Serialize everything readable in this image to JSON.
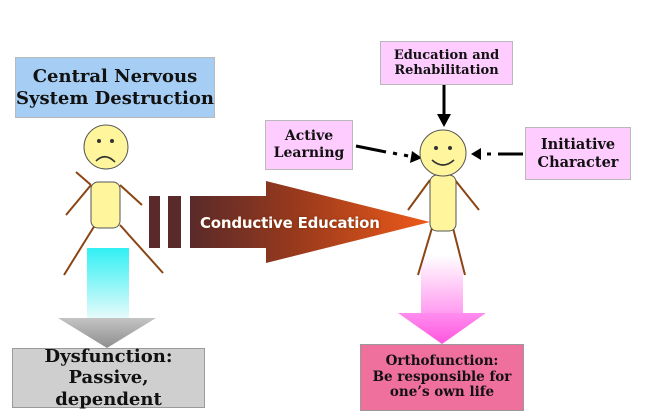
{
  "labels": {
    "cns": [
      "Central Nervous",
      "System Destruction"
    ],
    "education": [
      "Education and",
      "Rehabilitation"
    ],
    "active": [
      "Active",
      "Learning"
    ],
    "initiative": [
      "Initiative",
      "Character"
    ],
    "conductive": "Conductive Education",
    "dysfunction": [
      "Dysfunction:",
      "Passive, dependent"
    ],
    "orthofunction": [
      "Orthofunction:",
      "Be responsible for",
      "one’s own life"
    ]
  },
  "colors": {
    "blue_box": "#a6cdf3",
    "pink_box": "#ffccff",
    "gray_box": "#cfcfcf",
    "red_box": "#ef6f9d",
    "figure_fill": "#fff59d",
    "limb": "#8b4513",
    "arrow_dark": "#5a2a2a",
    "arrow_orange": "#e8521f"
  },
  "icons": [
    "sad-face-icon",
    "smiley-face-icon"
  ]
}
